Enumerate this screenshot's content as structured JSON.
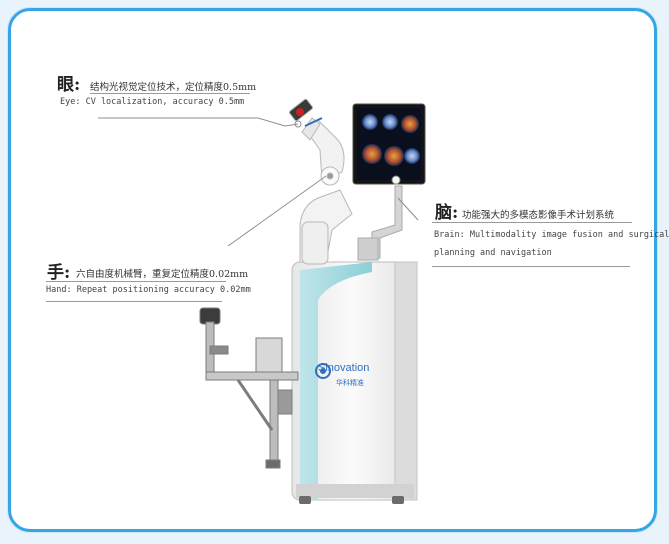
{
  "eye": {
    "title": "眼:",
    "cn": "结构光视觉定位技术，定位精度0.5mm",
    "en": "Eye: CV localization, accuracy 0.5mm"
  },
  "hand": {
    "title": "手:",
    "cn": "六自由度机械臂，重复定位精度0.02mm",
    "en": "Hand: Repeat positioning accuracy 0.02mm"
  },
  "brain": {
    "title": "脑:",
    "cn": "功能强大的多模态影像手术计划系统",
    "en_line1": "Brain: Multimodality image fusion and surgical",
    "en_line2": "planning and navigation"
  },
  "brand": {
    "name": "Sinovation",
    "cn": "华科精准"
  },
  "colors": {
    "frame": "#34a6e6",
    "accent_teal": "#9fd6dc",
    "brand_blue": "#2f6fbf"
  }
}
